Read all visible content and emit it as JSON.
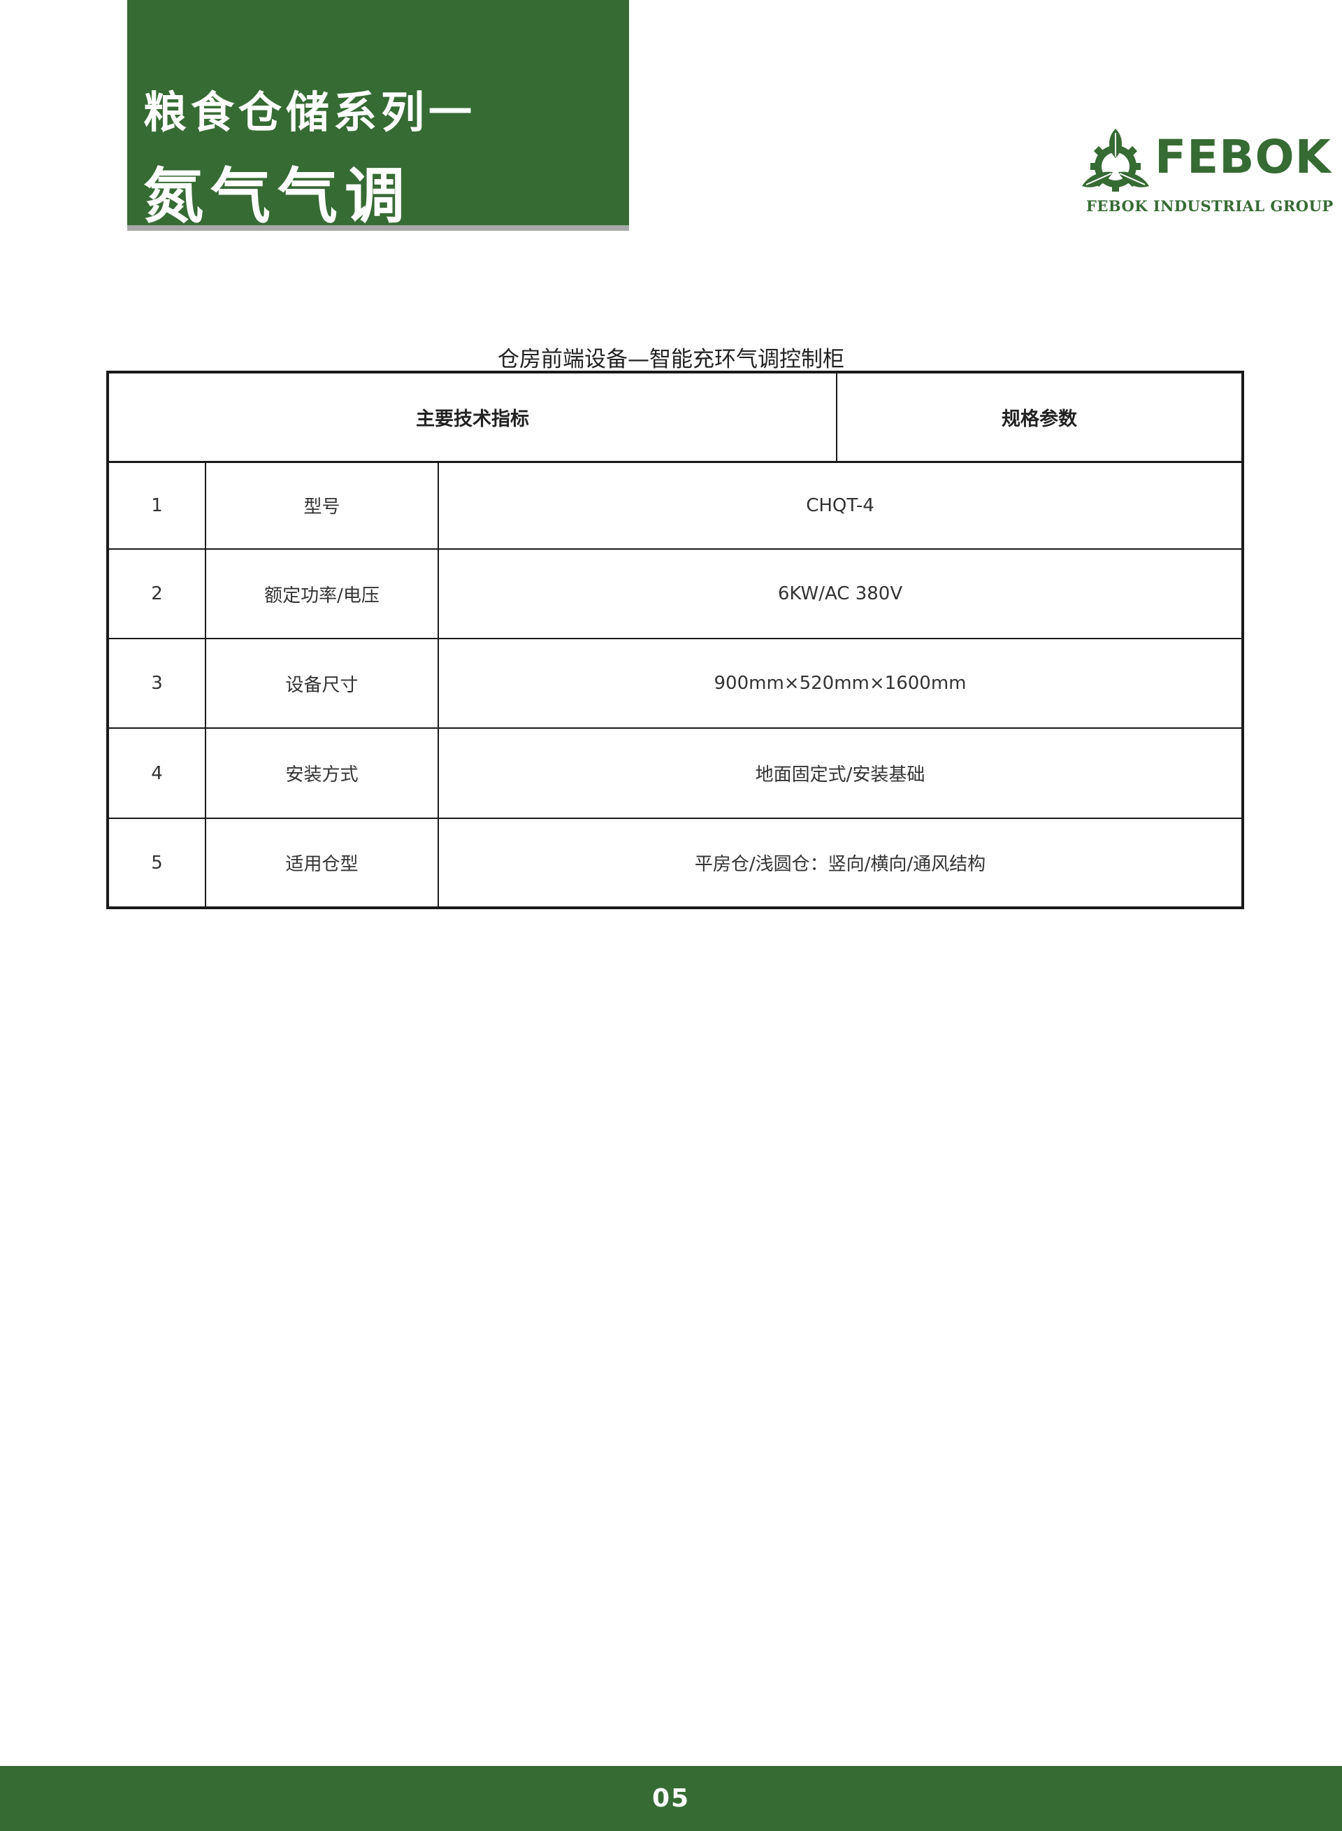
{
  "header": {
    "line1": "粮食仓储系列一",
    "line2": "氮气气调"
  },
  "logo": {
    "name": "FEBOK",
    "subtitle": "FEBOK INDUSTRIAL GROUP",
    "brand_color": "#366b34"
  },
  "table": {
    "title": "仓房前端设备—智能充环气调控制柜",
    "headers": {
      "indicator": "主要技术指标",
      "spec": "规格参数"
    },
    "rows": [
      {
        "no": "1",
        "item": "型号",
        "value": "CHQT-4"
      },
      {
        "no": "2",
        "item": "额定功率/电压",
        "value": "6KW/AC 380V"
      },
      {
        "no": "3",
        "item": "设备尺寸",
        "value": "900mm×520mm×1600mm"
      },
      {
        "no": "4",
        "item": "安装方式",
        "value": "地面固定式/安装基础"
      },
      {
        "no": "5",
        "item": "适用仓型",
        "value": "平房仓/浅圆仓：竖向/横向/通风结构"
      }
    ]
  },
  "footer": {
    "page_number": "05"
  }
}
